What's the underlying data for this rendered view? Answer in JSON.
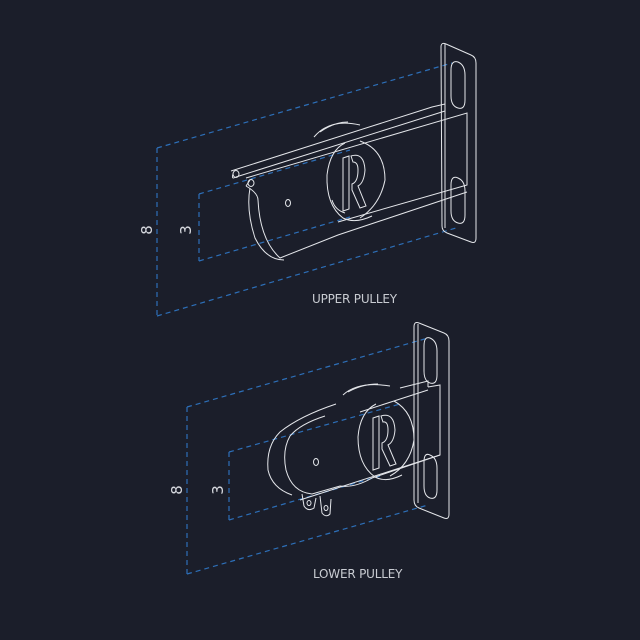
{
  "background_color": "#1b1e2a",
  "line_color": "#e4e6ea",
  "dimension_color": "#2d6fb8",
  "upper": {
    "caption": "UPPER PULLEY",
    "dim_outer": "8",
    "dim_inner": "3"
  },
  "lower": {
    "caption": "LOWER PULLEY",
    "dim_outer": "8",
    "dim_inner": "3"
  },
  "logo_letter": "R"
}
